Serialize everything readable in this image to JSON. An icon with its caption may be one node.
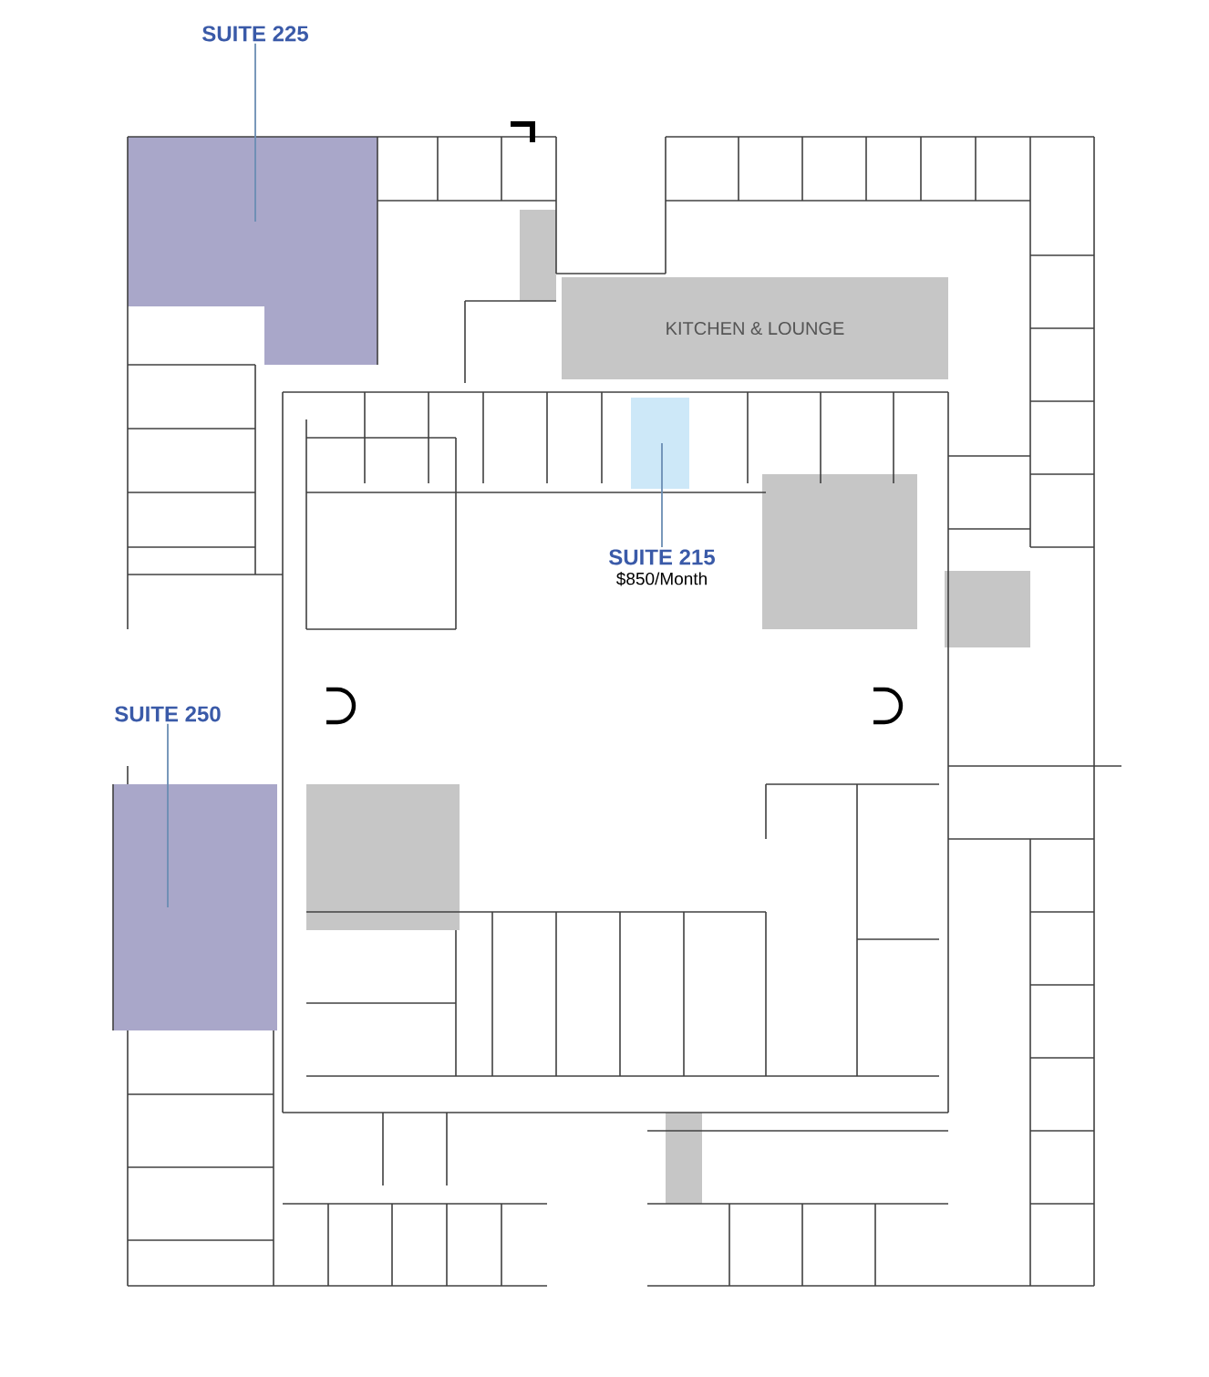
{
  "diagram": {
    "nodes": [
      {
        "text": [
          "SUITE 225"
        ]
      },
      {
        "text": [],
        "shape": "box"
      },
      {
        "text": [
          "KITCHEN & LOUNGE"
        ]
      },
      {
        "text": [],
        "shape": "box"
      },
      {
        "text": [
          "SUITE 215"
        ],
        "beside": [
          "$850/Month"
        ]
      },
      {
        "text": [
          "SUITE 250"
        ]
      },
      {
        "text": [],
        "shape": "box"
      }
    ],
    "edges": [
      {
        "from": 0,
        "to": 1,
        "arrow": "none"
      },
      {
        "from": 4,
        "to": 3,
        "arrow": "none"
      },
      {
        "from": 5,
        "to": 6,
        "arrow": "none"
      }
    ]
  }
}
